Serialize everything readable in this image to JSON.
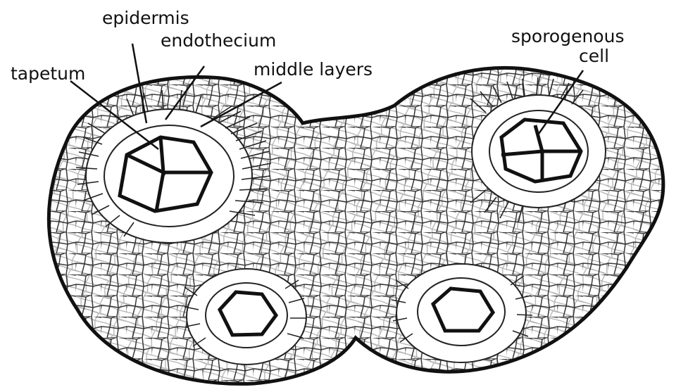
{
  "figure": {
    "labels": {
      "epidermis": "epidermis",
      "endothecium": "endothecium",
      "tapetum": "tapetum",
      "middle_layers": "middle layers",
      "sporogenous_line1": "sporogenous",
      "sporogenous_line2": "cell"
    }
  },
  "colors": {
    "ink": "#111111",
    "background": "#ffffff",
    "cell_wall": "#222222"
  }
}
